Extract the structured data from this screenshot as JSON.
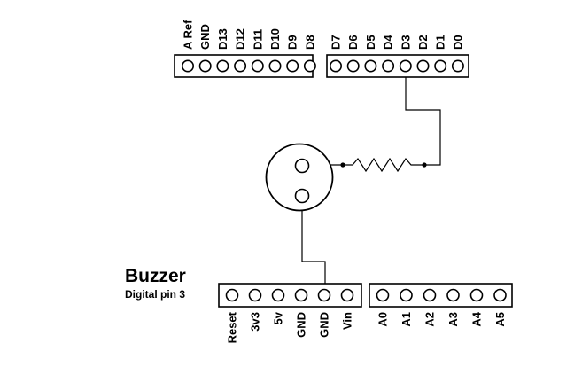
{
  "title": "Buzzer",
  "subtitle": "Digital pin 3",
  "headers": {
    "digital_high": [
      "A Ref",
      "GND",
      "D13",
      "D12",
      "D11",
      "D10",
      "D9",
      "D8"
    ],
    "digital_low": [
      "D7",
      "D6",
      "D5",
      "D4",
      "D3",
      "D2",
      "D1",
      "D0"
    ],
    "power": [
      "Reset",
      "3v3",
      "5v",
      "GND",
      "GND",
      "Vin"
    ],
    "analog": [
      "A0",
      "A1",
      "A2",
      "A3",
      "A4",
      "A5"
    ]
  },
  "connections": [
    {
      "from": "D3",
      "via": "resistor",
      "to": "buzzer-terminal-1"
    },
    {
      "from": "buzzer-terminal-2",
      "to": "GND"
    }
  ]
}
